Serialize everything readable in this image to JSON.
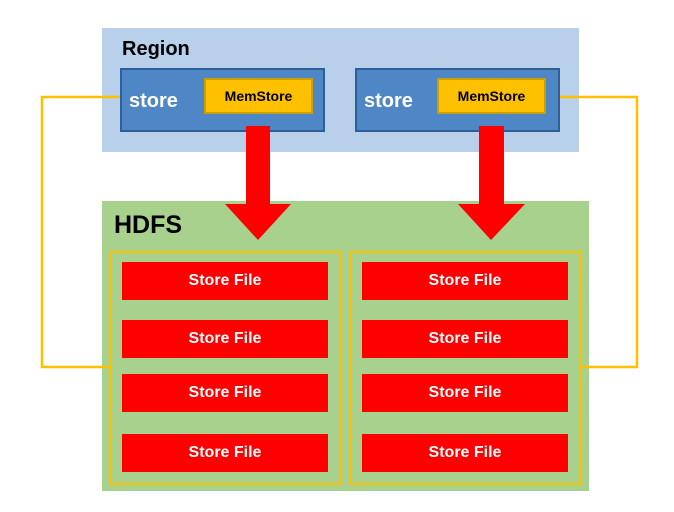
{
  "region": {
    "label": "Region"
  },
  "stores": [
    {
      "label": "store",
      "memstore": "MemStore"
    },
    {
      "label": "store",
      "memstore": "MemStore"
    }
  ],
  "hdfs": {
    "label": "HDFS",
    "groups": [
      {
        "files": [
          "Store File",
          "Store File",
          "Store File",
          "Store File"
        ]
      },
      {
        "files": [
          "Store File",
          "Store File",
          "Store File",
          "Store File"
        ]
      }
    ]
  },
  "colors": {
    "region_bg": "#b8d0ea",
    "store_bg": "#4f86c6",
    "memstore_bg": "#ffc000",
    "hdfs_bg": "#a9d18e",
    "store_file_bg": "#ff0000",
    "arrow": "#ff0000",
    "connector": "#ffc000"
  }
}
